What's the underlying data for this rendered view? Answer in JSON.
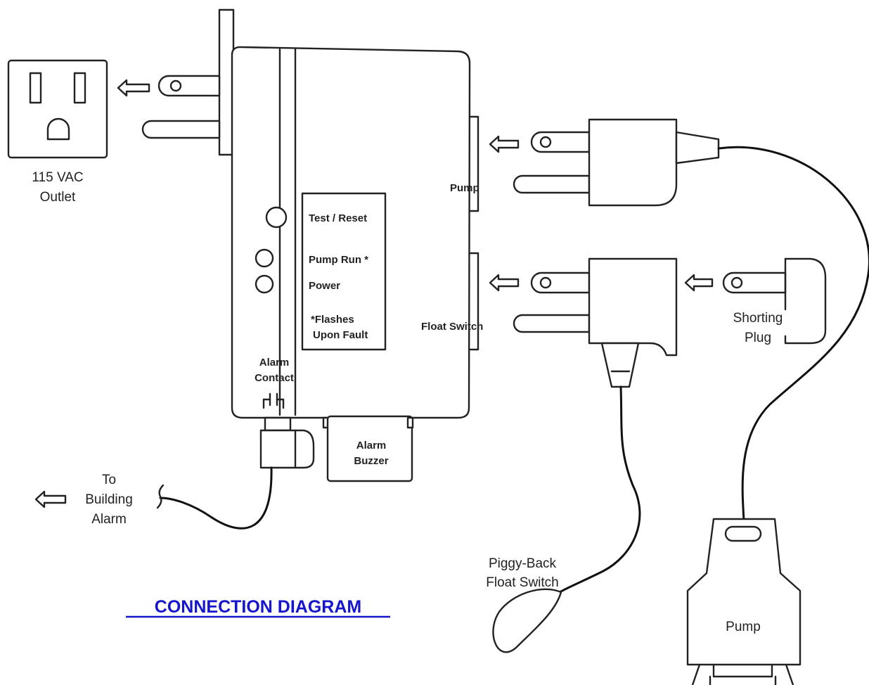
{
  "title": "CONNECTION DIAGRAM",
  "labels": {
    "outlet_line1": "115 VAC",
    "outlet_line2": "Outlet",
    "test_reset": "Test / Reset",
    "pump_run": "Pump Run *",
    "power": "Power",
    "flashes_line1": "*Flashes",
    "flashes_line2": "Upon Fault",
    "pump_port": "Pump",
    "float_port": "Float Switch",
    "alarm_contact_line1": "Alarm",
    "alarm_contact_line2": "Contact",
    "alarm_buzzer_line1": "Alarm",
    "alarm_buzzer_line2": "Buzzer",
    "building_line1": "To",
    "building_line2": "Building",
    "building_line3": "Alarm",
    "shorting_line1": "Shorting",
    "shorting_line2": "Plug",
    "piggy_line1": "Piggy-Back",
    "piggy_line2": "Float Switch",
    "pump_body": "Pump"
  }
}
